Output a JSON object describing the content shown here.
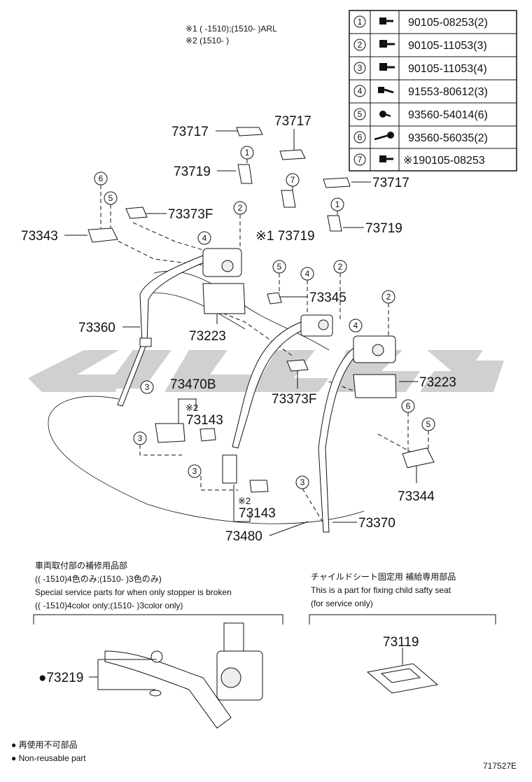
{
  "header_notes": {
    "note1": "※1 (       -1510);(1510-        )ARL",
    "note2": "※2 (1510-        )"
  },
  "legend": [
    {
      "num": "1",
      "part": "90105-08253(2)"
    },
    {
      "num": "2",
      "part": "90105-11053(3)"
    },
    {
      "num": "3",
      "part": "90105-11053(4)"
    },
    {
      "num": "4",
      "part": "91553-80612(3)"
    },
    {
      "num": "5",
      "part": "93560-54014(6)"
    },
    {
      "num": "6",
      "part": "93560-56035(2)"
    },
    {
      "num": "7",
      "part": "※190105-08253"
    }
  ],
  "parts": {
    "p73717a": "73717",
    "p73717b": "73717",
    "p73717c": "73717",
    "p73719a": "73719",
    "p73719b": "※1 73719",
    "p73719c": "73719",
    "p73373Fa": "73373F",
    "p73373Fb": "73373F",
    "p73343": "73343",
    "p73345": "73345",
    "p73360": "73360",
    "p73223a": "73223",
    "p73223b": "73223",
    "p73470B": "73470B",
    "p73143a_mark": "※2",
    "p73143a": "73143",
    "p73143b_mark": "※2",
    "p73143b": "73143",
    "p73480": "73480",
    "p73370": "73370",
    "p73344": "73344",
    "p73219": "●73219",
    "p73119": "73119"
  },
  "callouts": [
    "1",
    "2",
    "3",
    "4",
    "5",
    "6",
    "7"
  ],
  "bottom_left": {
    "jp_title": "車両取付部の補修用品部",
    "jp_sub": "((       -1510)4色のみ;(1510-        )3色のみ)",
    "en_title": "Special service parts for when only stopper is broken",
    "en_sub": "((       -1510)4color only;(1510-        )3color only)"
  },
  "bottom_right": {
    "jp_title": "チャイルドシート固定用  補給専用部品",
    "en_line1": "This is a part for fixing child safty seat",
    "en_line2": "(for service only)"
  },
  "footer_legend": {
    "jp": "● 再使用不可部品",
    "en": "● Non-reusable part"
  },
  "diagram_id": "717527E",
  "colors": {
    "line": "#111111",
    "watermark": "#c8c8c8",
    "background": "#ffffff"
  }
}
